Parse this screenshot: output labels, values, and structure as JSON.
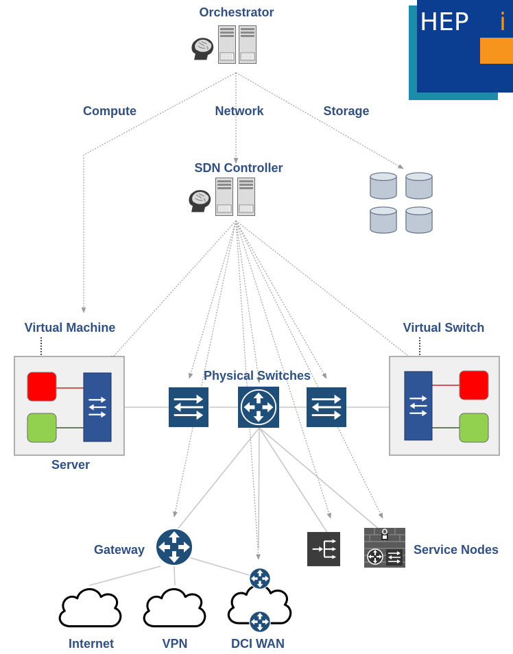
{
  "labels": {
    "orchestrator": "Orchestrator",
    "compute": "Compute",
    "network": "Network",
    "storage": "Storage",
    "sdn_controller": "SDN Controller",
    "virtual_machine": "Virtual Machine",
    "virtual_switch": "Virtual Switch",
    "physical_switches": "Physical Switches",
    "server": "Server",
    "gateway": "Gateway",
    "service_nodes": "Service Nodes",
    "internet": "Internet",
    "vpn": "VPN",
    "dci_wan": "DCI WAN"
  },
  "logo": {
    "text": "HEP",
    "partial": "i"
  },
  "colors": {
    "label": "#2f5080",
    "device_blue": "#1f4e79",
    "vm_red": "#ff0000",
    "vm_green": "#92d050",
    "logo_blue": "#0b3d91",
    "logo_teal": "#1c8ca8",
    "logo_orange": "#f7941d",
    "dotted_line": "#a0a0a0",
    "solid_line": "#c0c0c0"
  },
  "icons": [
    "brain-icon",
    "server-rack-icon",
    "storage-disk-icon",
    "switch-icon",
    "router-icon",
    "cloud-icon",
    "load-balancer-icon",
    "firewall-icon"
  ]
}
